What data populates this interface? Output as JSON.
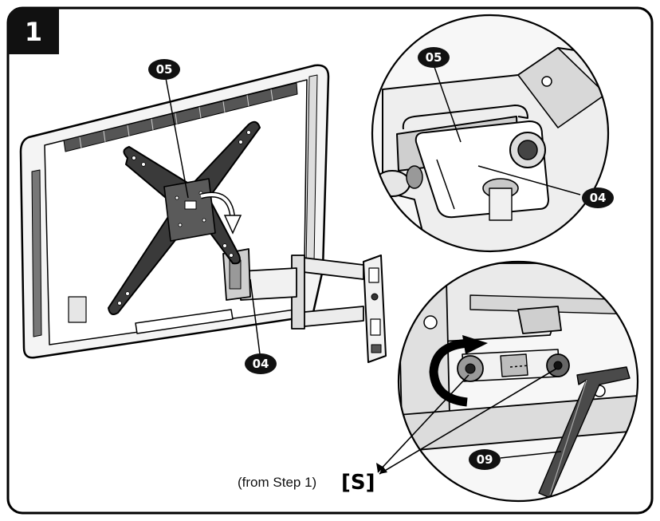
{
  "step_number": "1",
  "callouts": {
    "plate_main": "05",
    "plate_detail": "05",
    "arm_main": "04",
    "arm_detail": "04",
    "hex_key": "09"
  },
  "caption": {
    "text": "(from Step 1)",
    "hardware": "[S]"
  }
}
